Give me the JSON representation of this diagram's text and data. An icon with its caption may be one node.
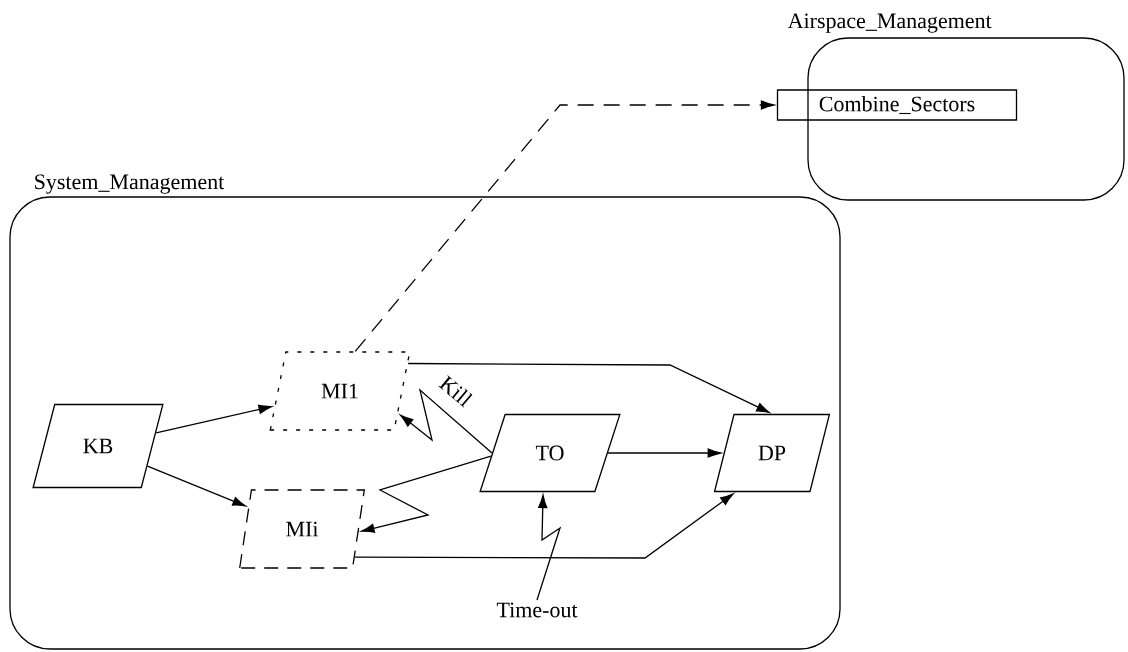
{
  "diagram": {
    "nodes": [
      {
        "text": [
          "Airspace_Management"
        ]
      },
      {
        "text": [
          "Combine_Sectors"
        ]
      },
      {
        "text": [
          "System_Management"
        ]
      },
      {
        "text": [
          "KB"
        ],
        "in": 2
      },
      {
        "text": [
          "MI1"
        ],
        "in": 2
      },
      {
        "text": [
          "MIi"
        ],
        "in": 2
      },
      {
        "text": [
          "TO"
        ],
        "in": 2
      },
      {
        "text": [
          "DP"
        ],
        "in": 2
      },
      {
        "text": [
          "Time-out"
        ],
        "in": 2
      }
    ],
    "edges": [
      {
        "from": 3,
        "to": 4,
        "arrow": "to"
      },
      {
        "from": 3,
        "to": 5,
        "arrow": "to"
      },
      {
        "from": 4,
        "to": 7,
        "arrow": "to"
      },
      {
        "from": 5,
        "to": 7,
        "arrow": "to"
      },
      {
        "from": 6,
        "to": 7,
        "arrow": "to"
      },
      {
        "from": 6,
        "to": 4,
        "arrow": "to",
        "label": "Kill"
      },
      {
        "from": 6,
        "to": 5,
        "arrow": "to"
      },
      {
        "from": 8,
        "to": 6,
        "arrow": "to"
      },
      {
        "from": 4,
        "to": 1,
        "arrow": "to",
        "style": "dashed"
      }
    ]
  }
}
